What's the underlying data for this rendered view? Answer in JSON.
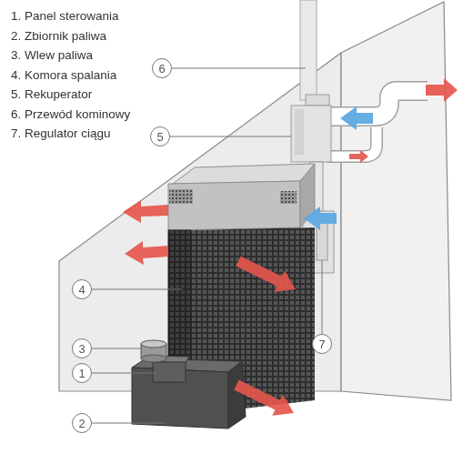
{
  "diagram": {
    "nodes": [
      {
        "text": [
          "6"
        ]
      },
      {
        "text": [
          "5"
        ]
      },
      {
        "text": [
          "4"
        ]
      },
      {
        "text": [
          "7"
        ]
      },
      {
        "text": [
          "3"
        ]
      },
      {
        "text": [
          "1"
        ]
      },
      {
        "text": [
          "2"
        ]
      }
    ],
    "labels": [
      "1. Panel sterowania",
      "2. Zbiornik paliwa",
      "3. Wlew paliwa",
      "4. Komora spalania",
      "5. Rekuperator",
      "6. Przewód kominowy",
      "7. Regulator ciągu"
    ]
  }
}
